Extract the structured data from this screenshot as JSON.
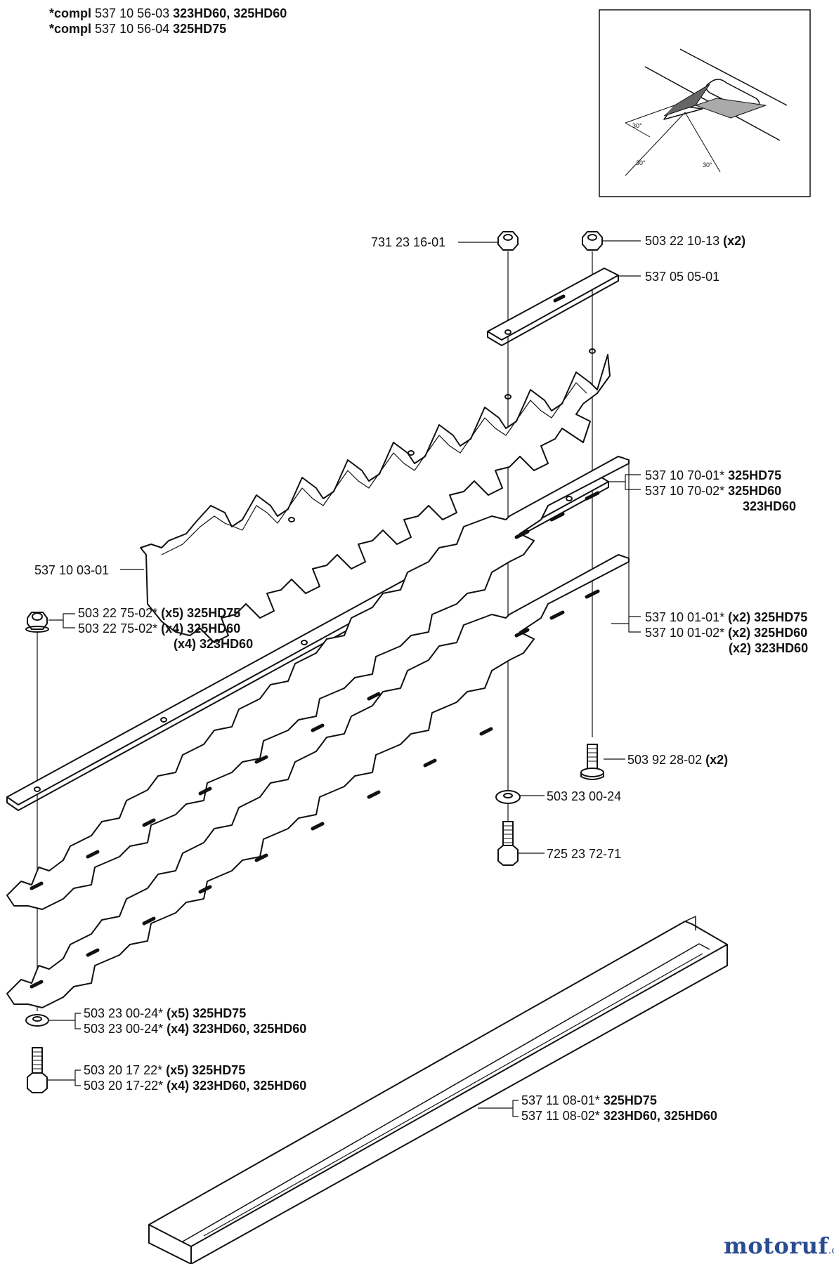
{
  "header": [
    {
      "prefix": "*compl",
      "part": "537 10 56-03",
      "models": "323HD60, 325HD60"
    },
    {
      "prefix": "*compl",
      "part": "537 10 56-04",
      "models": "325HD75"
    }
  ],
  "callouts": {
    "nut_top": {
      "part": "731 23 16-01"
    },
    "nut_top_right": {
      "part": "503 22 10-13",
      "qty": "(x2)"
    },
    "plate": {
      "part": "537 05 05-01"
    },
    "guard_bar": [
      {
        "part": "537 10 70-01*",
        "models": "325HD75"
      },
      {
        "part": "537 10 70-02*",
        "models": "325HD60"
      },
      {
        "part": "",
        "models": "323HD60"
      }
    ],
    "top_blade": {
      "part": "537 10 03-01"
    },
    "nut_left": [
      {
        "part": "503 22 75-02*",
        "qty": "(x5)",
        "models": "325HD75"
      },
      {
        "part": "503 22 75-02*",
        "qty": "(x4)",
        "models": "325HD60"
      },
      {
        "part": "",
        "qty": "(x4)",
        "models": "323HD60"
      }
    ],
    "blades": [
      {
        "part": "537 10 01-01*",
        "qty": "(x2)",
        "models": "325HD75"
      },
      {
        "part": "537 10 01-02*",
        "qty": "(x2)",
        "models": "325HD60"
      },
      {
        "part": "",
        "qty": "(x2)",
        "models": "323HD60"
      }
    ],
    "screw_right": {
      "part": "503 92 28-02",
      "qty": "(x2)"
    },
    "washer_mid": {
      "part": "503 23 00-24"
    },
    "bolt_mid": {
      "part": "725 23 72-71"
    },
    "washer_left": [
      {
        "part": "503 23 00-24*",
        "qty": "(x5)",
        "models": "325HD75"
      },
      {
        "part": "503 23 00-24*",
        "qty": "(x4)",
        "models": "323HD60, 325HD60"
      }
    ],
    "bolt_left": [
      {
        "part": "503 20 17 22*",
        "qty": "(x5)",
        "models": "325HD75"
      },
      {
        "part": "503 20 17-22*",
        "qty": "(x4)",
        "models": "323HD60, 325HD60"
      }
    ],
    "cover": [
      {
        "part": "537 11 08-01*",
        "models": "325HD75"
      },
      {
        "part": "537 11 08-02*",
        "models": "323HD60, 325HD60"
      }
    ]
  },
  "inset": {
    "angle_labels": [
      "30°",
      "30°",
      "30°"
    ]
  },
  "watermark": {
    "main": "motoruf",
    "suffix": ".de"
  },
  "colors": {
    "line": "#111111",
    "watermark_blue": "#2a4d8f",
    "watermark_red": "#d23a2f"
  }
}
